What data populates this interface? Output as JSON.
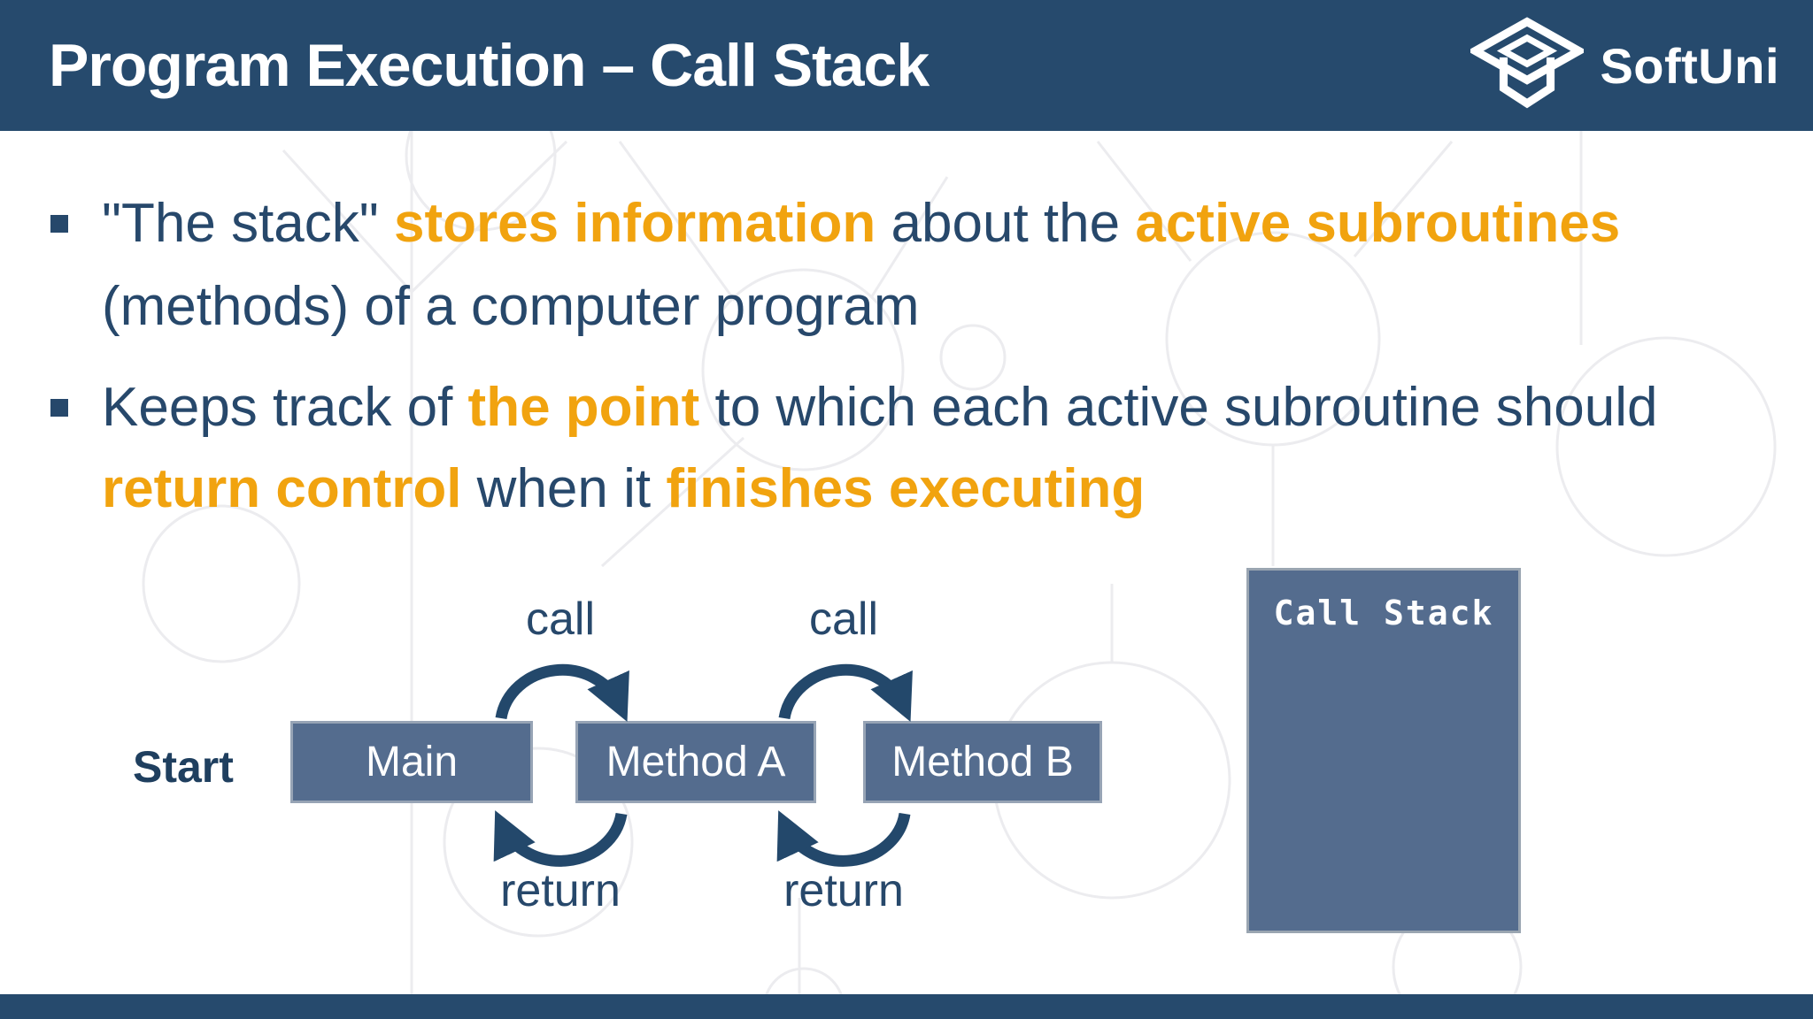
{
  "slide": {
    "title": "Program Execution – Call Stack",
    "logo_text": "SoftUni"
  },
  "bullets": [
    {
      "lines": [
        [
          {
            "text": "\"The stack\" ",
            "em": false
          },
          {
            "text": "stores information",
            "em": true
          },
          {
            "text": " about the ",
            "em": false
          },
          {
            "text": "active subroutines",
            "em": true
          }
        ],
        [
          {
            "text": "(methods) of a computer program",
            "em": false
          }
        ]
      ]
    },
    {
      "lines": [
        [
          {
            "text": "Keeps track of ",
            "em": false
          },
          {
            "text": "the point",
            "em": true
          },
          {
            "text": " to which each active subroutine should",
            "em": false
          }
        ],
        [
          {
            "text": "return control",
            "em": true
          },
          {
            "text": " when it ",
            "em": false
          },
          {
            "text": "finishes executing",
            "em": true
          }
        ]
      ]
    }
  ],
  "diagram": {
    "start_label": "Start",
    "boxes": [
      {
        "label": "Main"
      },
      {
        "label": "Method A"
      },
      {
        "label": "Method B"
      }
    ],
    "call_label": "call",
    "return_label": "return",
    "stack_title": "Call Stack"
  },
  "colors": {
    "header_navy": "#264a6d",
    "text_navy": "#27486b",
    "accent_orange": "#f1a30f",
    "box_slate": "#546c8e",
    "box_border": "#97a4b5",
    "arrow_navy": "#23486b",
    "background": "#ffffff"
  }
}
